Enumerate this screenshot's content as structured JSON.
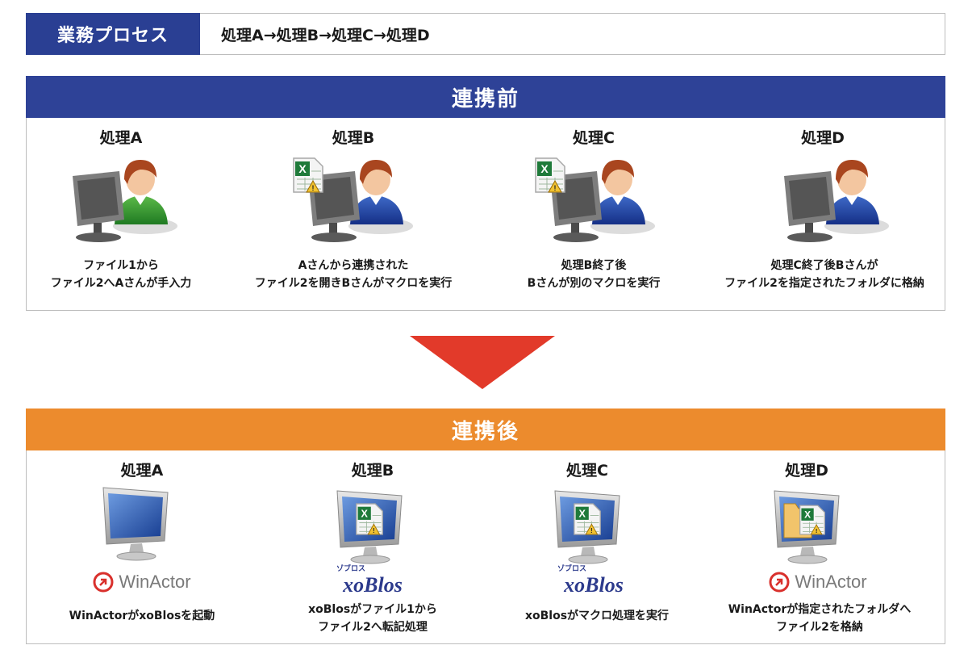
{
  "process": {
    "label": "業務プロセス",
    "flow": "処理A→処理B→処理C→処理D"
  },
  "before": {
    "title": "連携前",
    "columns": [
      {
        "title": "処理A",
        "lines": [
          "ファイル1から",
          "ファイル2へAさんが手入力"
        ],
        "icon": "person-at-computer-icon"
      },
      {
        "title": "処理B",
        "lines": [
          "Aさんから連携された",
          "ファイル2を開きBさんがマクロを実行"
        ],
        "icon": "person-with-excel-macro-icon"
      },
      {
        "title": "処理C",
        "lines": [
          "処理B終了後",
          "Bさんが別のマクロを実行"
        ],
        "icon": "person-with-excel-macro-icon"
      },
      {
        "title": "処理D",
        "lines": [
          "処理C終了後Bさんが",
          "ファイル2を指定されたフォルダに格納"
        ],
        "icon": "person-at-computer-icon"
      }
    ]
  },
  "after": {
    "title": "連携後",
    "columns": [
      {
        "title": "処理A",
        "logo": "WinActor",
        "lines": [
          "WinActorがxoBlosを起動"
        ],
        "icon": "monitor-icon"
      },
      {
        "title": "処理B",
        "logo": "xoBlos",
        "logo_ruby": "ゾブロス",
        "lines": [
          "xoBlosがファイル1から",
          "ファイル2へ転記処理"
        ],
        "icon": "monitor-excel-icon"
      },
      {
        "title": "処理C",
        "logo": "xoBlos",
        "logo_ruby": "ゾブロス",
        "lines": [
          "xoBlosがマクロ処理を実行"
        ],
        "icon": "monitor-excel-icon"
      },
      {
        "title": "処理D",
        "logo": "WinActor",
        "lines": [
          "WinActorが指定されたフォルダへ",
          "ファイル2を格納"
        ],
        "icon": "monitor-folder-icon"
      }
    ]
  },
  "colors": {
    "header_blue": "#2e4297",
    "header_orange": "#ec8b2d",
    "arrow_red": "#e23a2a"
  }
}
